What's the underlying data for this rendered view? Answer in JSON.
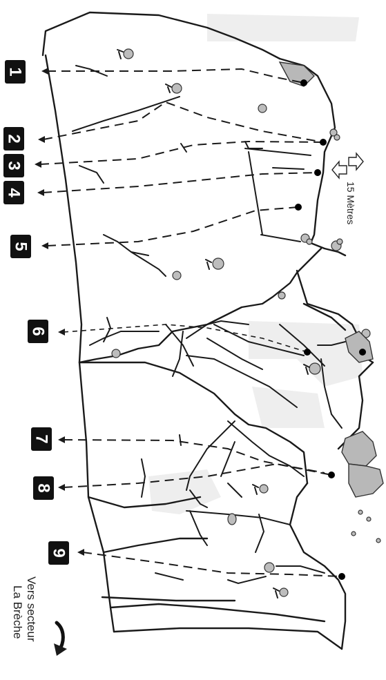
{
  "routes": [
    {
      "number": "1"
    },
    {
      "number": "2"
    },
    {
      "number": "3"
    },
    {
      "number": "4"
    },
    {
      "number": "5"
    },
    {
      "number": "6"
    },
    {
      "number": "7"
    },
    {
      "number": "8"
    },
    {
      "number": "9"
    }
  ],
  "distance_label": "15 Mètres",
  "direction_label": {
    "line1": "Vers secteur",
    "line2": "La Brèche"
  },
  "colors": {
    "ink": "#1a1a1a",
    "badge": "#111111",
    "vegetation": "#bdbdbd",
    "boulders": "#b8b8b8"
  }
}
